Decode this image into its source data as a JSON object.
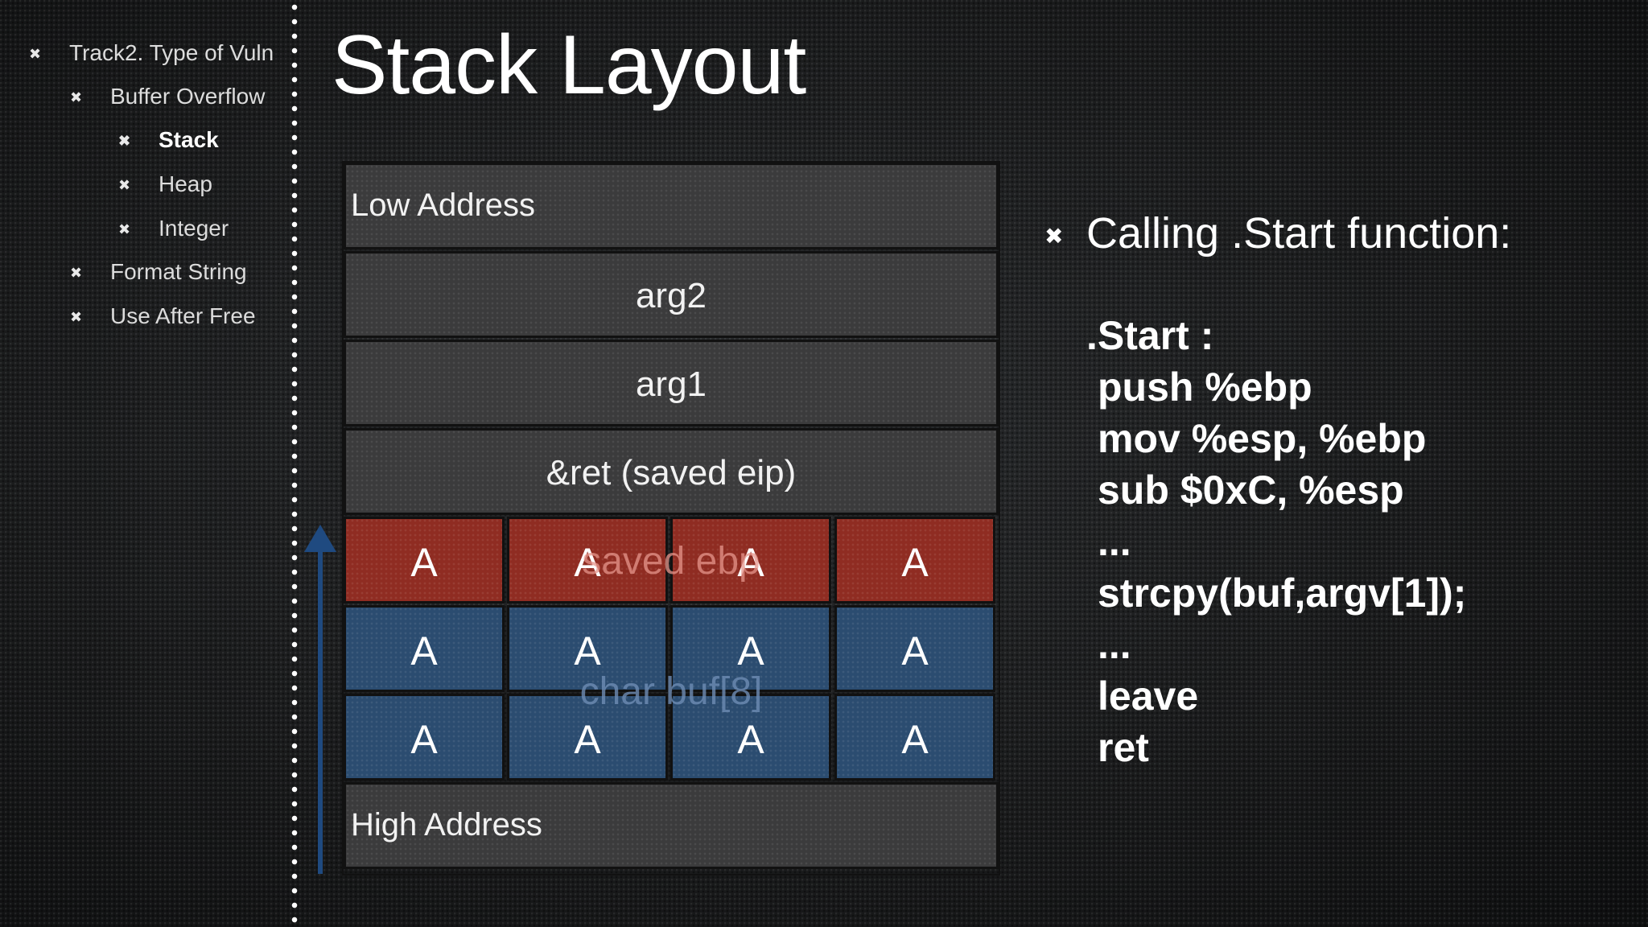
{
  "outline": {
    "items": [
      {
        "label": "Track2. Type of Vuln",
        "level": 0,
        "current": false
      },
      {
        "label": "Buffer Overflow",
        "level": 1,
        "current": false
      },
      {
        "label": "Stack",
        "level": 2,
        "current": true
      },
      {
        "label": "Heap",
        "level": 2,
        "current": false
      },
      {
        "label": "Integer",
        "level": 2,
        "current": false
      },
      {
        "label": "Format String",
        "level": 1,
        "current": false
      },
      {
        "label": "Use After Free",
        "level": 1,
        "current": false
      }
    ],
    "bullet_glyph": "✖"
  },
  "slide": {
    "title": "Stack Layout",
    "stack": {
      "low_address": "Low Address",
      "arg2": "arg2",
      "arg1": "arg1",
      "ret": "&ret (saved eip)",
      "saved_ebp": "saved ebp",
      "buf": "char buf[8]",
      "high_address": "High Address",
      "overflow_rows": [
        [
          "A",
          "A",
          "A",
          "A"
        ],
        [
          "A",
          "A",
          "A",
          "A"
        ],
        [
          "A",
          "A",
          "A",
          "A"
        ]
      ]
    },
    "code": {
      "bullet_glyph": "✖",
      "heading": "Calling .Start function:",
      "lines": [
        ".Start :",
        "push %ebp",
        "mov %esp, %ebp",
        "sub $0xC, %esp",
        "...",
        "strcpy(buf,argv[1]);",
        "...",
        "leave",
        "ret"
      ]
    }
  },
  "colors": {
    "overwritten_ebp": "#8f2c22",
    "buffer": "#2b4c70",
    "arrow": "#1f4a80"
  }
}
